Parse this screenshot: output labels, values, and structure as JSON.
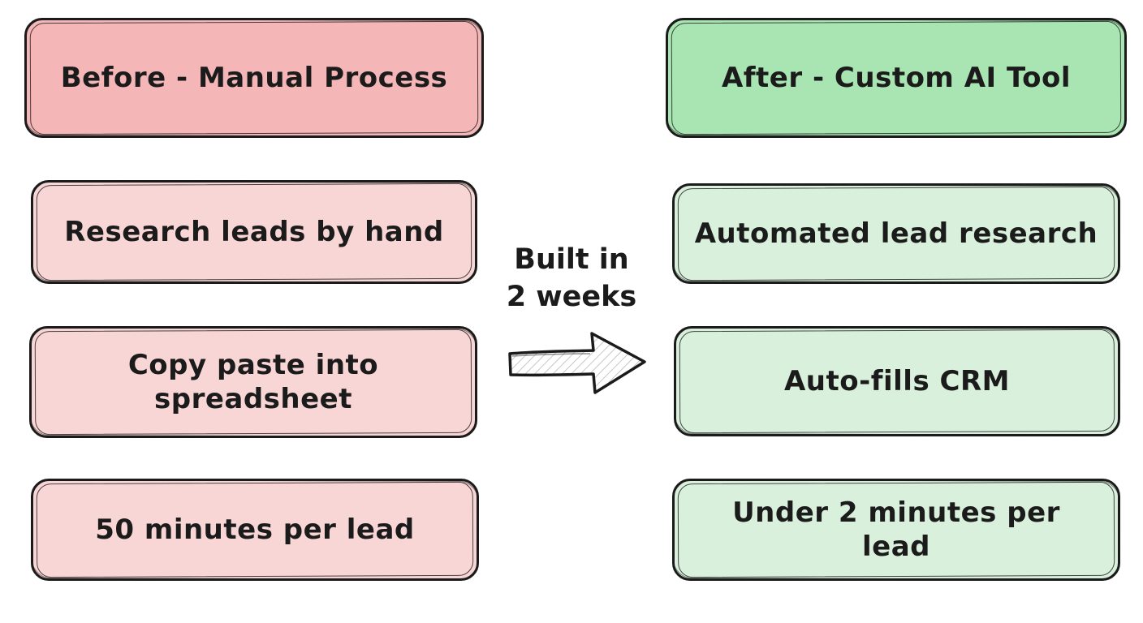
{
  "diagram": {
    "left_column": {
      "header": {
        "label": "Before - Manual Process"
      },
      "items": [
        {
          "label": "Research leads by hand"
        },
        {
          "label": "Copy paste into spreadsheet"
        },
        {
          "label": "50 minutes per lead"
        }
      ]
    },
    "right_column": {
      "header": {
        "label": "After - Custom AI Tool"
      },
      "items": [
        {
          "label": "Automated lead research"
        },
        {
          "label": "Auto-fills CRM"
        },
        {
          "label": "Under 2 minutes per lead"
        }
      ]
    },
    "center": {
      "annotation_line1": "Built in",
      "annotation_line2": "2 weeks",
      "arrow_icon": "right-arrow"
    },
    "colors": {
      "before_header_bg": "#f4b6b6",
      "before_item_bg": "#f9d6d6",
      "after_header_bg": "#a8e5b3",
      "after_item_bg": "#d9f1dc",
      "stroke": "#1b1b1b"
    }
  }
}
